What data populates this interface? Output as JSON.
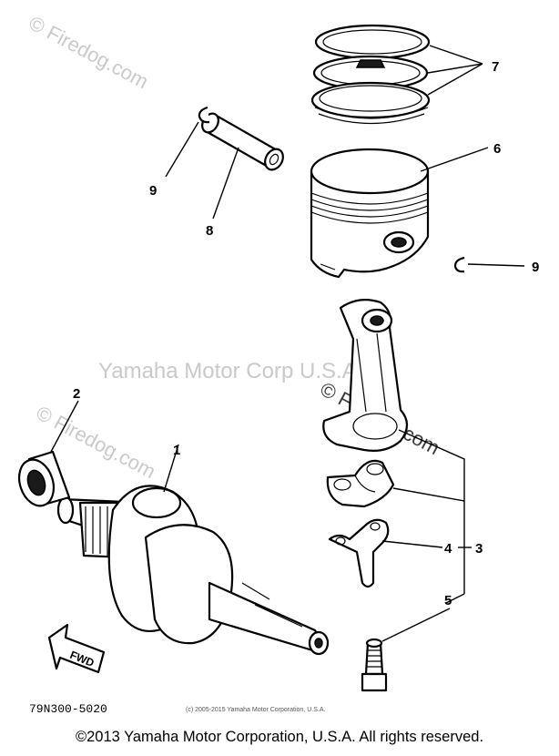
{
  "watermarks": {
    "firedog": "© Firedog.com",
    "yamaha": "Yamaha Motor Corp U.S.A."
  },
  "callouts": {
    "ring": "7",
    "piston": "6",
    "clip_left": "9",
    "pin": "8",
    "clip_right": "9",
    "bearing": "2",
    "crankshaft": "1",
    "plate": "4",
    "conrod_assy": "3",
    "bolt": "5"
  },
  "fwd_label": "FWD",
  "diagram_code": "79N300-5020",
  "small_copyright": "(c) 2005-2015 Yamaha Motor Corporation, U.S.A.",
  "footer": "©2013 Yamaha Motor Corporation, U.S.A. All rights reserved."
}
